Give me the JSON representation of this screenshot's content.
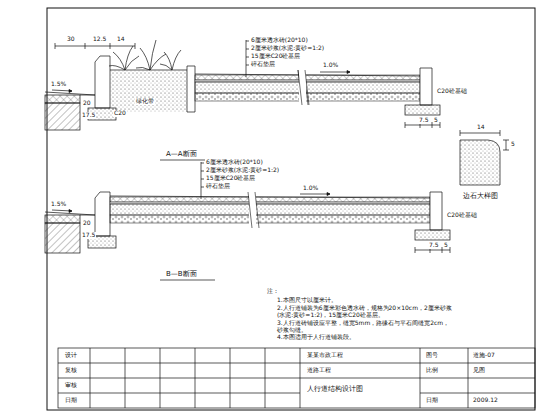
{
  "diagram": {
    "labels": [
      "30",
      "12.5",
      "14",
      "6厘米透水砖(20*10)",
      "2厘米砂浆(水泥:黄砂=1:2)",
      "15厘米C20砼基层",
      "碎石垫层",
      "1.5%",
      "C20",
      "绿化带",
      "1.0%",
      "C20砼基础",
      "7.5",
      "5",
      "20",
      "17.5",
      "A—A断面",
      "6厘米透水砖(20*10)",
      "2厘米砂浆(水泥:黄砂=1:2)",
      "15厘米C20砼基层",
      "碎石垫层",
      "1.0%",
      "1.5%",
      "C20砼基础",
      "7.5",
      "5",
      "20",
      "17.5",
      "B—B断面",
      "14",
      "5",
      "边石大样图",
      "注：",
      "1.本图尺寸以厘米计。",
      "2.人行道铺装为6厘米彩色透水砖，规格为20×10cm，2厘米砂浆(水泥:黄砂=1:2)，15厘米C20砼基层。",
      "3.人行道砖铺设应平整，缝宽5mm，路缘石与平石间缝宽2cm，砂浆勾缝。",
      "4.本图适用于人行道铺装段。",
      "设计",
      "复核",
      "审核",
      "日期",
      "某某市政工程",
      "道路工程",
      "人行道结构设计图",
      "图号",
      "道施-07",
      "比例",
      "见图",
      "日期",
      "2009.12"
    ]
  }
}
